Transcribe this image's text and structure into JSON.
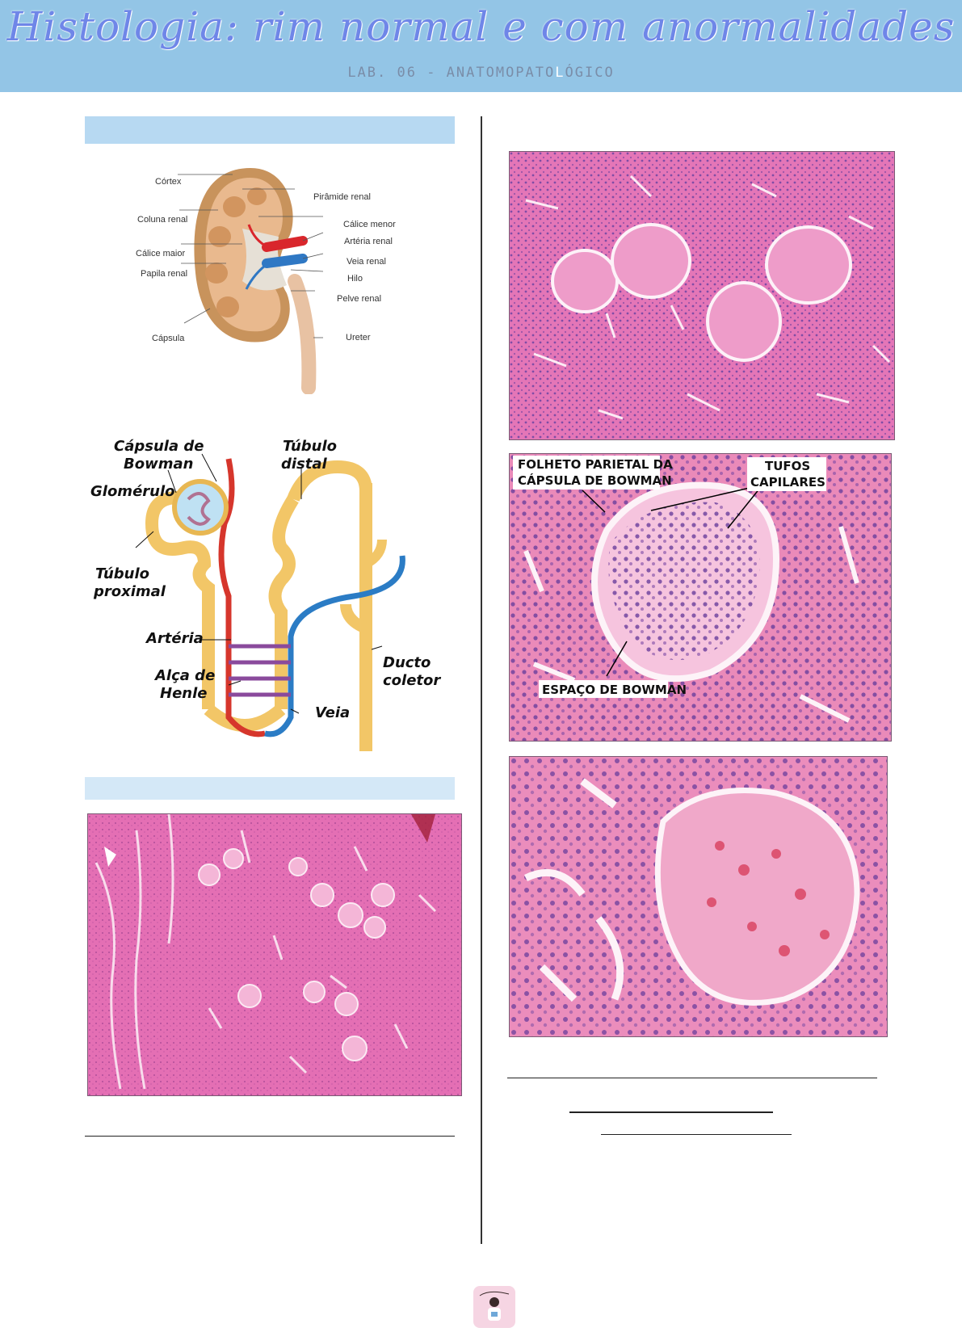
{
  "header": {
    "title": "Histologia: rim normal e com anormalidades",
    "subtitle_main": "LAB. 06 - ANATOMOPATO",
    "subtitle_highlight": "L",
    "subtitle_end": "ÓGICO"
  },
  "kidney_diagram": {
    "labels": {
      "cortex": "Córtex",
      "piramide": "Pirâmide renal",
      "coluna": "Coluna renal",
      "calice_menor": "Cálice menor",
      "arteria": "Artéria renal",
      "calice_maior": "Cálice maior",
      "veia": "Veia renal",
      "papila": "Papila renal",
      "hilo": "Hilo",
      "pelve": "Pelve renal",
      "capsula": "Cápsula",
      "ureter": "Ureter"
    }
  },
  "nephron_diagram": {
    "labels": {
      "capsula_bowman_1": "Cápsula de",
      "capsula_bowman_2": "Bowman",
      "tubulo_distal_1": "Túbulo",
      "tubulo_distal_2": "distal",
      "glomerulo": "Glomérulo",
      "tubulo_proximal_1": "Túbulo",
      "tubulo_proximal_2": "proximal",
      "arteria": "Artéria",
      "alca_henle_1": "Alça de",
      "alca_henle_2": "Henle",
      "ducto_coletor_1": "Ducto",
      "ducto_coletor_2": "coletor",
      "veia": "Veia"
    }
  },
  "micrograph_2": {
    "folheto_1": "FOLHETO PARIETAL DA",
    "folheto_2": "CÁPSULA DE BOWMAN",
    "tufos_1": "TUFOS",
    "tufos_2": "CAPILARES",
    "espaco": "ESPAÇO DE BOWMAN"
  },
  "logo": {
    "alt": "logo"
  },
  "colors": {
    "header_bg": "#93c5e6",
    "title": "#6f86e8",
    "tissue_pink": "#e26fb0",
    "tissue_nuclei": "#6a3f9c"
  }
}
